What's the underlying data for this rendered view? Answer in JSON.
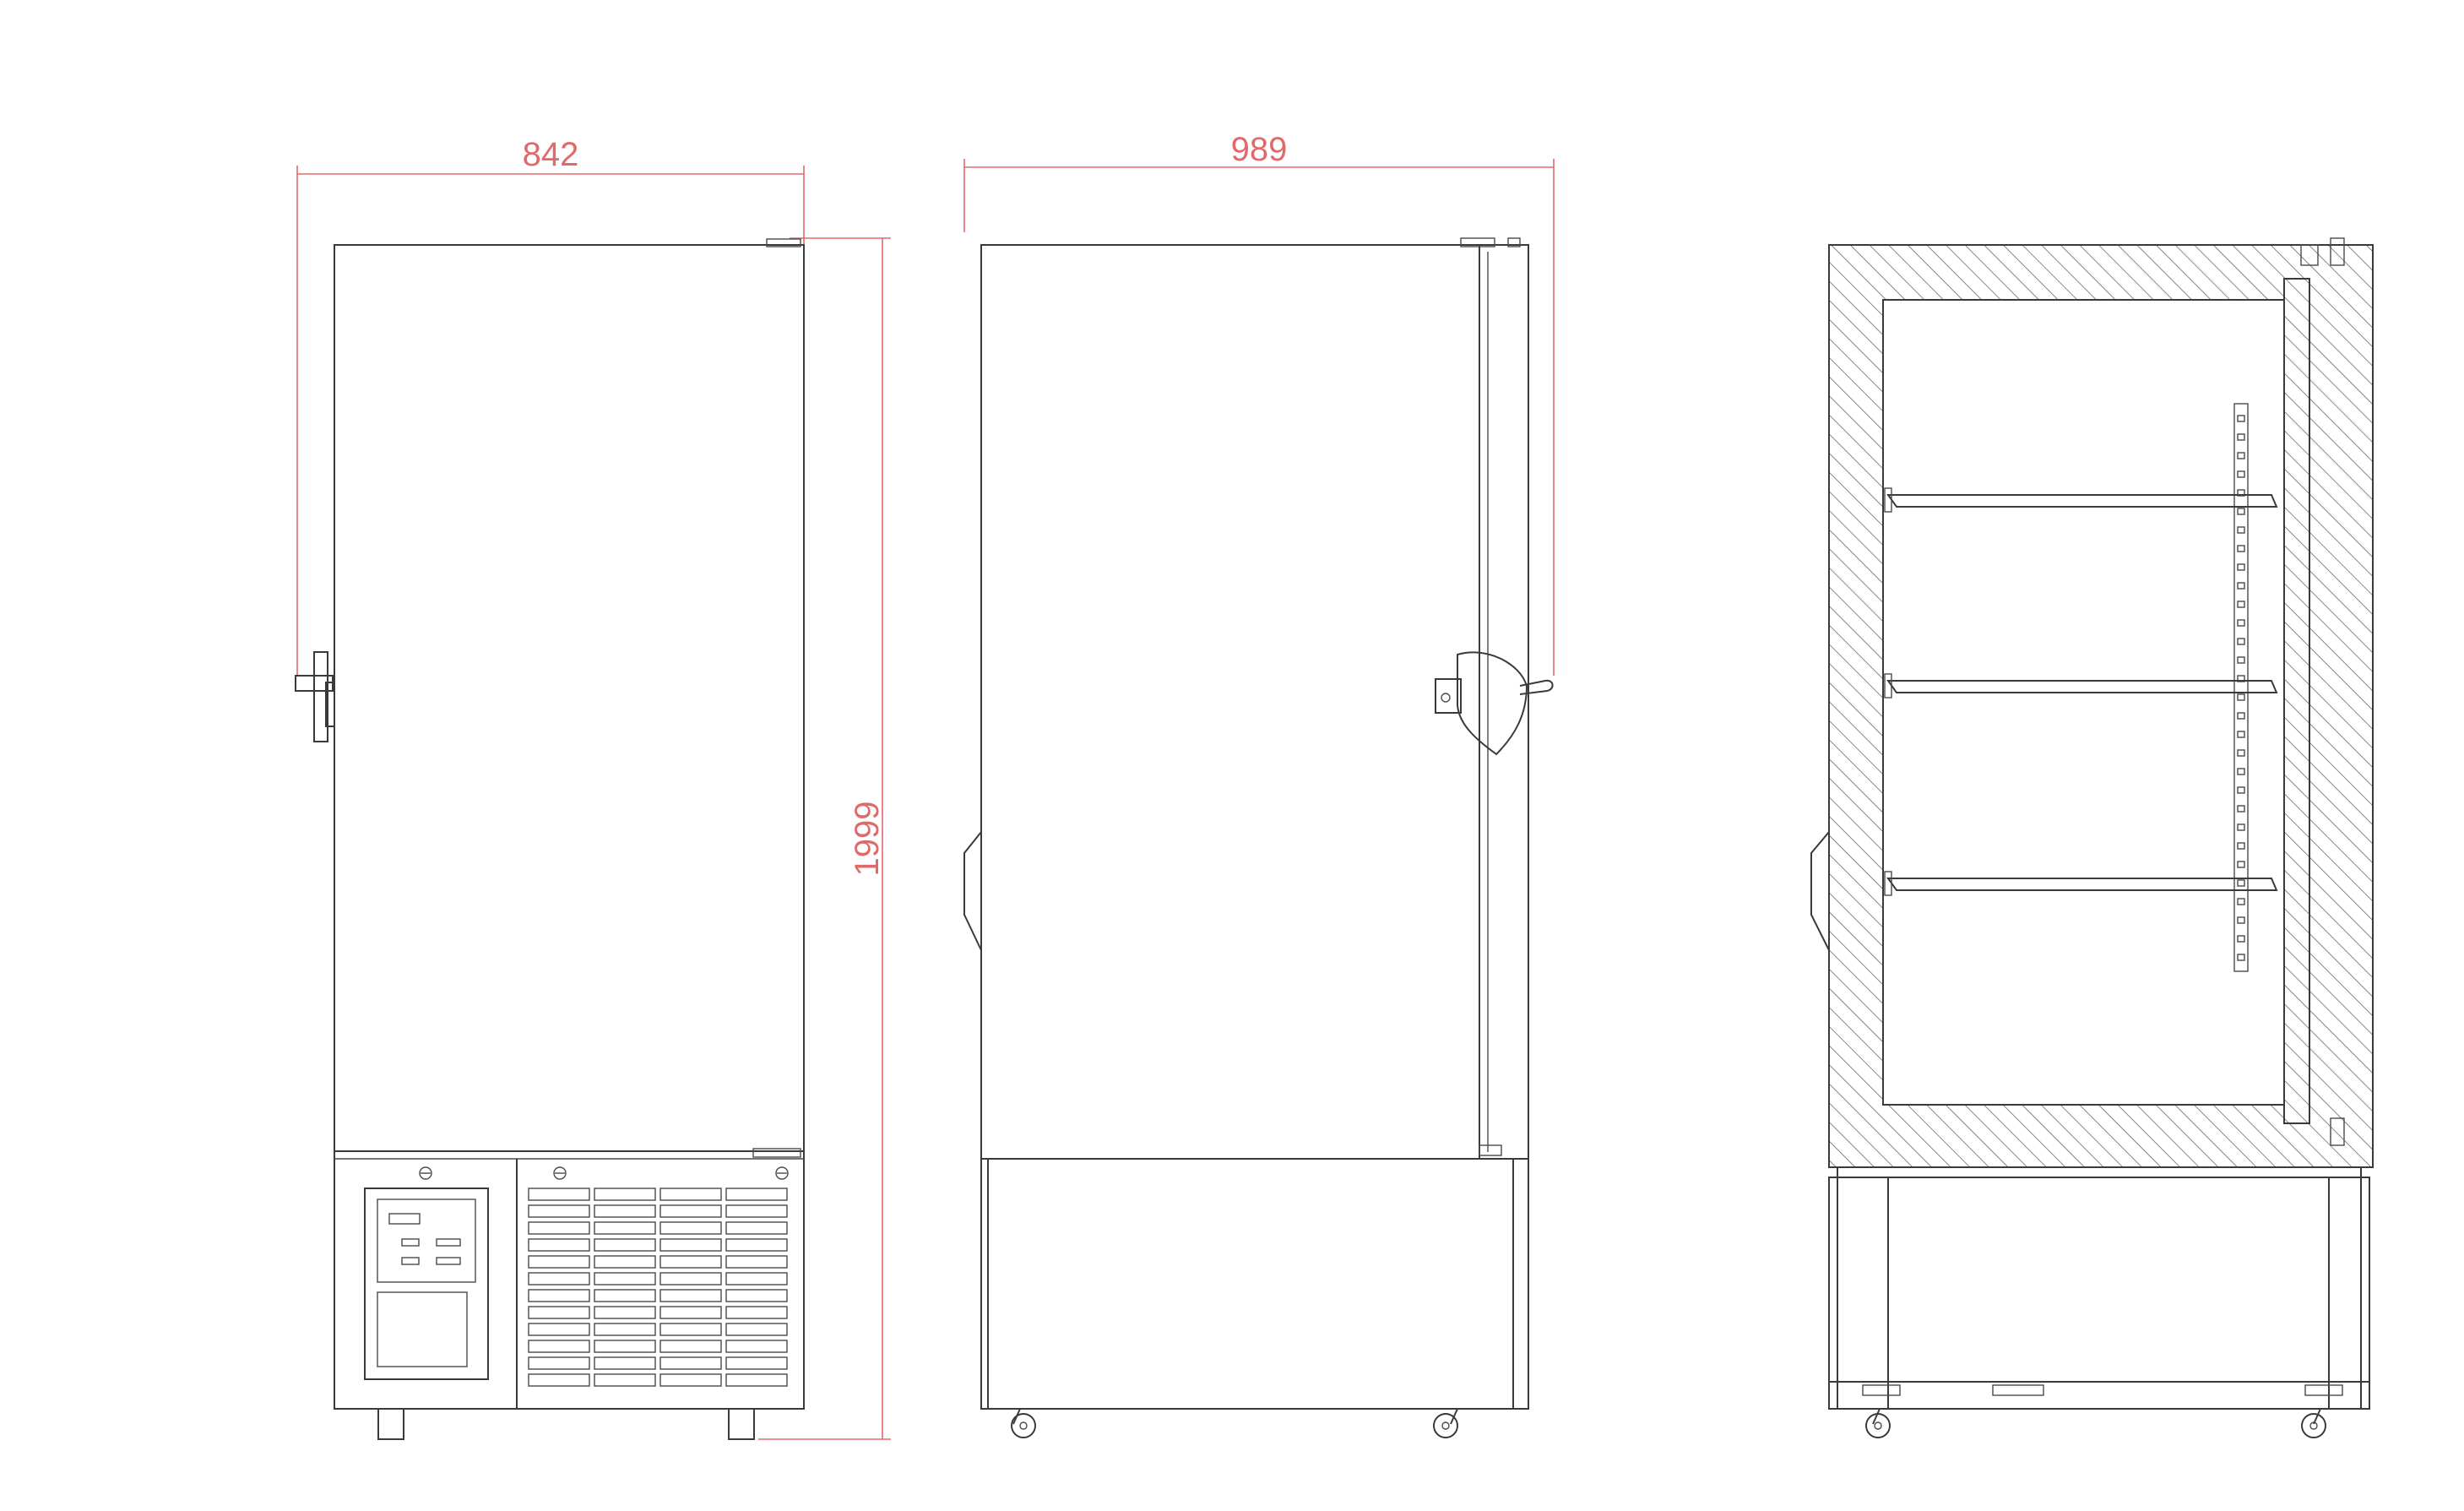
{
  "dimensions": {
    "front_width": "842",
    "side_depth": "989",
    "height": "1999"
  },
  "colors": {
    "dimension_lines": "#e06a6a",
    "outline": "#3a3a3a",
    "background": "#ffffff"
  },
  "views": [
    "front-view",
    "side-view",
    "section-view"
  ]
}
